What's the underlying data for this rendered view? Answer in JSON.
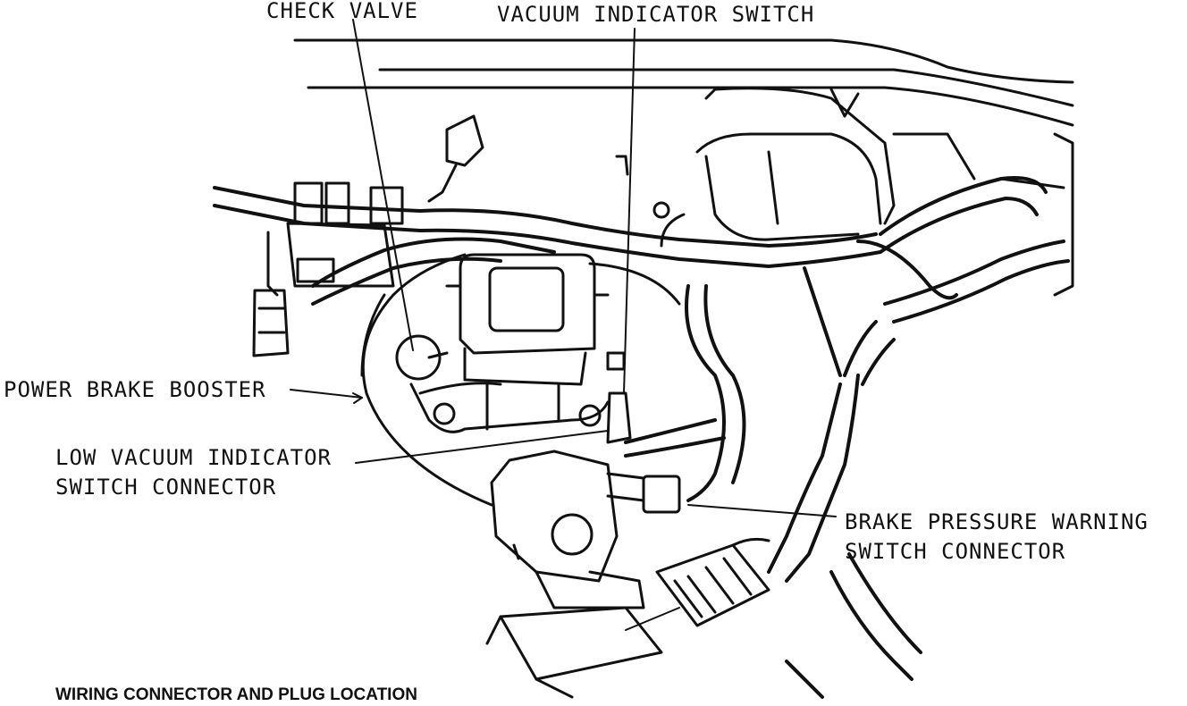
{
  "labels": {
    "check_valve": "CHECK VALVE",
    "vacuum_indicator_switch": "VACUUM INDICATOR SWITCH",
    "power_brake_booster": "POWER BRAKE BOOSTER",
    "low_vacuum_line1": "LOW VACUUM INDICATOR",
    "low_vacuum_line2": "SWITCH CONNECTOR",
    "brake_pressure_line1": "BRAKE PRESSURE WARNING",
    "brake_pressure_line2": "SWITCH CONNECTOR"
  },
  "caption": "WIRING CONNECTOR AND PLUG LOCATION",
  "colors": {
    "ink": "#111111",
    "paper": "#ffffff"
  }
}
